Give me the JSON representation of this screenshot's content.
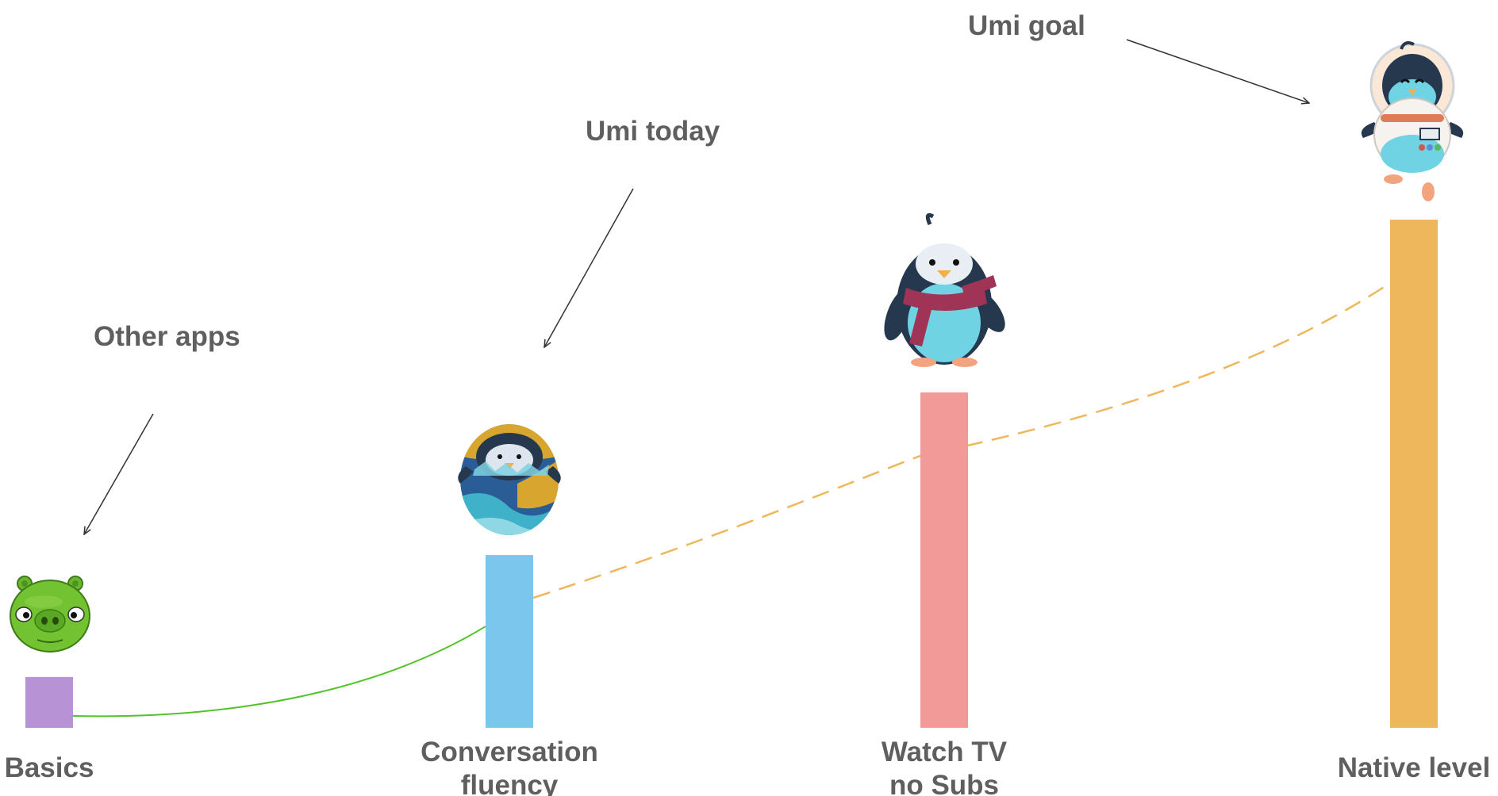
{
  "chart_data": {
    "type": "bar",
    "categories": [
      "Basics",
      "Conversation fluency",
      "Watch TV no Subs",
      "Native level"
    ],
    "category_lines": [
      [
        "Basics"
      ],
      [
        "Conversation",
        "fluency"
      ],
      [
        "Watch TV",
        "no Subs"
      ],
      [
        "Native level"
      ]
    ],
    "values": [
      1,
      3.4,
      6.6,
      10
    ],
    "value_unit": "relative level (no printed axis, estimated)",
    "ylim": [
      0,
      10
    ],
    "bar_colors": [
      "#b793d6",
      "#7bc6ec",
      "#f29a98",
      "#efb75b"
    ],
    "grid": false,
    "axes_visible": false,
    "annotations": [
      {
        "text": "Other apps",
        "points_to": "Basics"
      },
      {
        "text": "Umi today",
        "points_to": "Conversation fluency"
      },
      {
        "text": "Umi goal",
        "points_to": "Native level"
      }
    ],
    "progress_lines": [
      {
        "from": "Basics",
        "to": "Conversation fluency",
        "style": "solid",
        "color": "#52c22a"
      },
      {
        "from": "Conversation fluency",
        "to": "Native level",
        "style": "dashed",
        "color": "#efb75b"
      }
    ],
    "icons": [
      {
        "name": "green-pig-icon",
        "above": "Basics"
      },
      {
        "name": "hatching-egg-penguin-icon",
        "above": "Conversation fluency"
      },
      {
        "name": "scarf-penguin-icon",
        "above": "Watch TV no Subs"
      },
      {
        "name": "astronaut-penguin-icon",
        "above": "Native level"
      }
    ],
    "label_color": "#5f5f5f"
  }
}
